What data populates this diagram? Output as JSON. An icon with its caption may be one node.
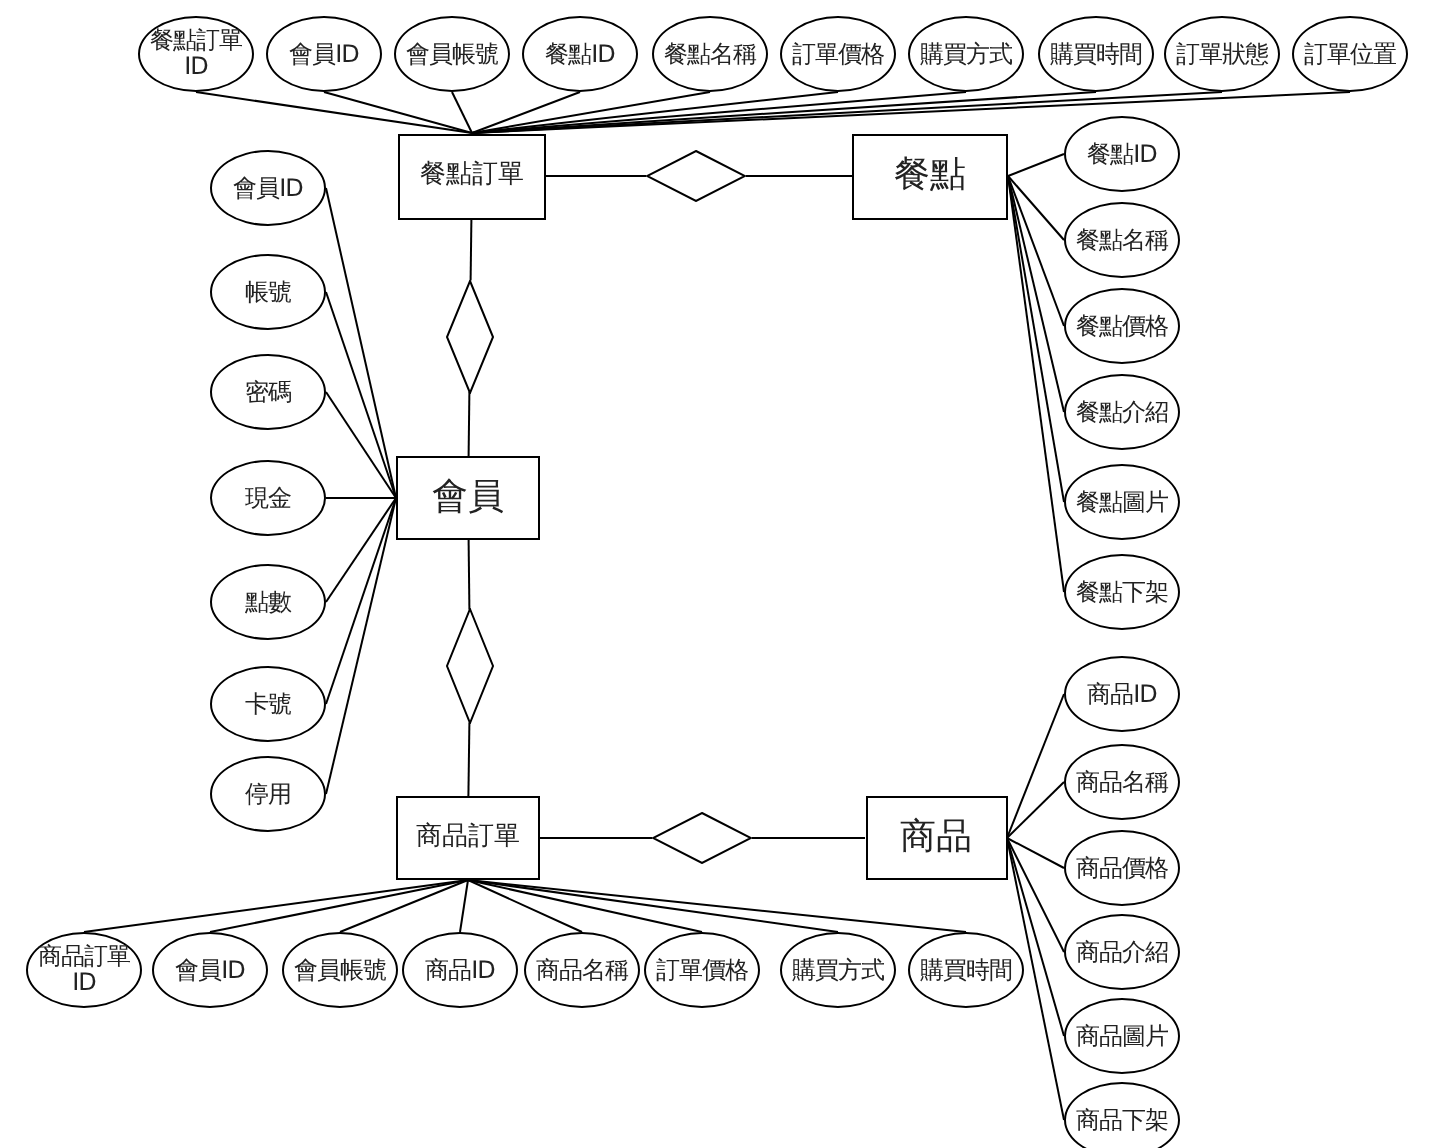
{
  "diagram": {
    "nodes": [
      {
        "text": [
          "餐點訂單ID"
        ]
      },
      {
        "text": [
          "會員ID"
        ]
      },
      {
        "text": [
          "會員帳號"
        ]
      },
      {
        "text": [
          "餐點ID"
        ]
      },
      {
        "text": [
          "餐點名稱"
        ]
      },
      {
        "text": [
          "訂單價格"
        ]
      },
      {
        "text": [
          "購買方式"
        ]
      },
      {
        "text": [
          "購買時間"
        ]
      },
      {
        "text": [
          "訂單狀態"
        ]
      },
      {
        "text": [
          "訂單位置"
        ]
      },
      {
        "text": [
          "餐點訂單"
        ]
      },
      {
        "text": [],
        "shape": "diamond"
      },
      {
        "text": [
          "餐點"
        ]
      },
      {
        "text": [
          "餐點ID"
        ]
      },
      {
        "text": [
          "餐點名稱"
        ]
      },
      {
        "text": [
          "餐點價格"
        ]
      },
      {
        "text": [
          "餐點介紹"
        ]
      },
      {
        "text": [
          "餐點圖片"
        ]
      },
      {
        "text": [
          "餐點下架"
        ]
      },
      {
        "text": [],
        "shape": "diamond"
      },
      {
        "text": [
          "會員ID"
        ]
      },
      {
        "text": [
          "帳號"
        ]
      },
      {
        "text": [
          "密碼"
        ]
      },
      {
        "text": [
          "現金"
        ]
      },
      {
        "text": [
          "點數"
        ]
      },
      {
        "text": [
          "卡號"
        ]
      },
      {
        "text": [
          "停用"
        ]
      },
      {
        "text": [
          "會員"
        ]
      },
      {
        "text": [],
        "shape": "diamond"
      },
      {
        "text": [
          "商品ID"
        ]
      },
      {
        "text": [
          "商品名稱"
        ]
      },
      {
        "text": [
          "商品價格"
        ]
      },
      {
        "text": [
          "商品介紹"
        ]
      },
      {
        "text": [
          "商品圖片"
        ]
      },
      {
        "text": [
          "商品下架"
        ]
      },
      {
        "text": [
          "商品訂單"
        ]
      },
      {
        "text": [],
        "shape": "diamond"
      },
      {
        "text": [
          "商品"
        ]
      },
      {
        "text": [
          "商品訂單ID"
        ]
      },
      {
        "text": [
          "會員ID"
        ]
      },
      {
        "text": [
          "會員帳號"
        ]
      },
      {
        "text": [
          "商品ID"
        ]
      },
      {
        "text": [
          "商品名稱"
        ]
      },
      {
        "text": [
          "訂單價格"
        ]
      },
      {
        "text": [
          "購買方式"
        ]
      },
      {
        "text": [
          "購買時間"
        ]
      }
    ],
    "edges": [
      {
        "from": 0,
        "to": 10,
        "arrow": "none"
      },
      {
        "from": 1,
        "to": 10,
        "arrow": "none"
      },
      {
        "from": 2,
        "to": 10,
        "arrow": "none"
      },
      {
        "from": 3,
        "to": 10,
        "arrow": "none"
      },
      {
        "from": 4,
        "to": 10,
        "arrow": "none"
      },
      {
        "from": 5,
        "to": 10,
        "arrow": "none"
      },
      {
        "from": 6,
        "to": 10,
        "arrow": "none"
      },
      {
        "from": 7,
        "to": 10,
        "arrow": "none"
      },
      {
        "from": 8,
        "to": 10,
        "arrow": "none"
      },
      {
        "from": 9,
        "to": 10,
        "arrow": "none"
      },
      {
        "from": 10,
        "to": 11,
        "arrow": "none"
      },
      {
        "from": 11,
        "to": 12,
        "arrow": "none"
      },
      {
        "from": 13,
        "to": 12,
        "arrow": "none"
      },
      {
        "from": 14,
        "to": 12,
        "arrow": "none"
      },
      {
        "from": 15,
        "to": 12,
        "arrow": "none"
      },
      {
        "from": 16,
        "to": 12,
        "arrow": "none"
      },
      {
        "from": 17,
        "to": 12,
        "arrow": "none"
      },
      {
        "from": 18,
        "to": 12,
        "arrow": "none"
      },
      {
        "from": 10,
        "to": 19,
        "arrow": "none"
      },
      {
        "from": 19,
        "to": 27,
        "arrow": "none"
      },
      {
        "from": 20,
        "to": 27,
        "arrow": "none"
      },
      {
        "from": 21,
        "to": 27,
        "arrow": "none"
      },
      {
        "from": 22,
        "to": 27,
        "arrow": "none"
      },
      {
        "from": 23,
        "to": 27,
        "arrow": "none"
      },
      {
        "from": 24,
        "to": 27,
        "arrow": "none"
      },
      {
        "from": 25,
        "to": 27,
        "arrow": "none"
      },
      {
        "from": 26,
        "to": 27,
        "arrow": "none"
      },
      {
        "from": 27,
        "to": 28,
        "arrow": "none"
      },
      {
        "from": 28,
        "to": 35,
        "arrow": "none"
      },
      {
        "from": 29,
        "to": 37,
        "arrow": "none"
      },
      {
        "from": 30,
        "to": 37,
        "arrow": "none"
      },
      {
        "from": 31,
        "to": 37,
        "arrow": "none"
      },
      {
        "from": 32,
        "to": 37,
        "arrow": "none"
      },
      {
        "from": 33,
        "to": 37,
        "arrow": "none"
      },
      {
        "from": 34,
        "to": 37,
        "arrow": "none"
      },
      {
        "from": 35,
        "to": 36,
        "arrow": "none"
      },
      {
        "from": 36,
        "to": 37,
        "arrow": "none"
      },
      {
        "from": 38,
        "to": 35,
        "arrow": "none"
      },
      {
        "from": 39,
        "to": 35,
        "arrow": "none"
      },
      {
        "from": 40,
        "to": 35,
        "arrow": "none"
      },
      {
        "from": 41,
        "to": 35,
        "arrow": "none"
      },
      {
        "from": 42,
        "to": 35,
        "arrow": "none"
      },
      {
        "from": 43,
        "to": 35,
        "arrow": "none"
      },
      {
        "from": 44,
        "to": 35,
        "arrow": "none"
      },
      {
        "from": 45,
        "to": 35,
        "arrow": "none"
      }
    ]
  }
}
